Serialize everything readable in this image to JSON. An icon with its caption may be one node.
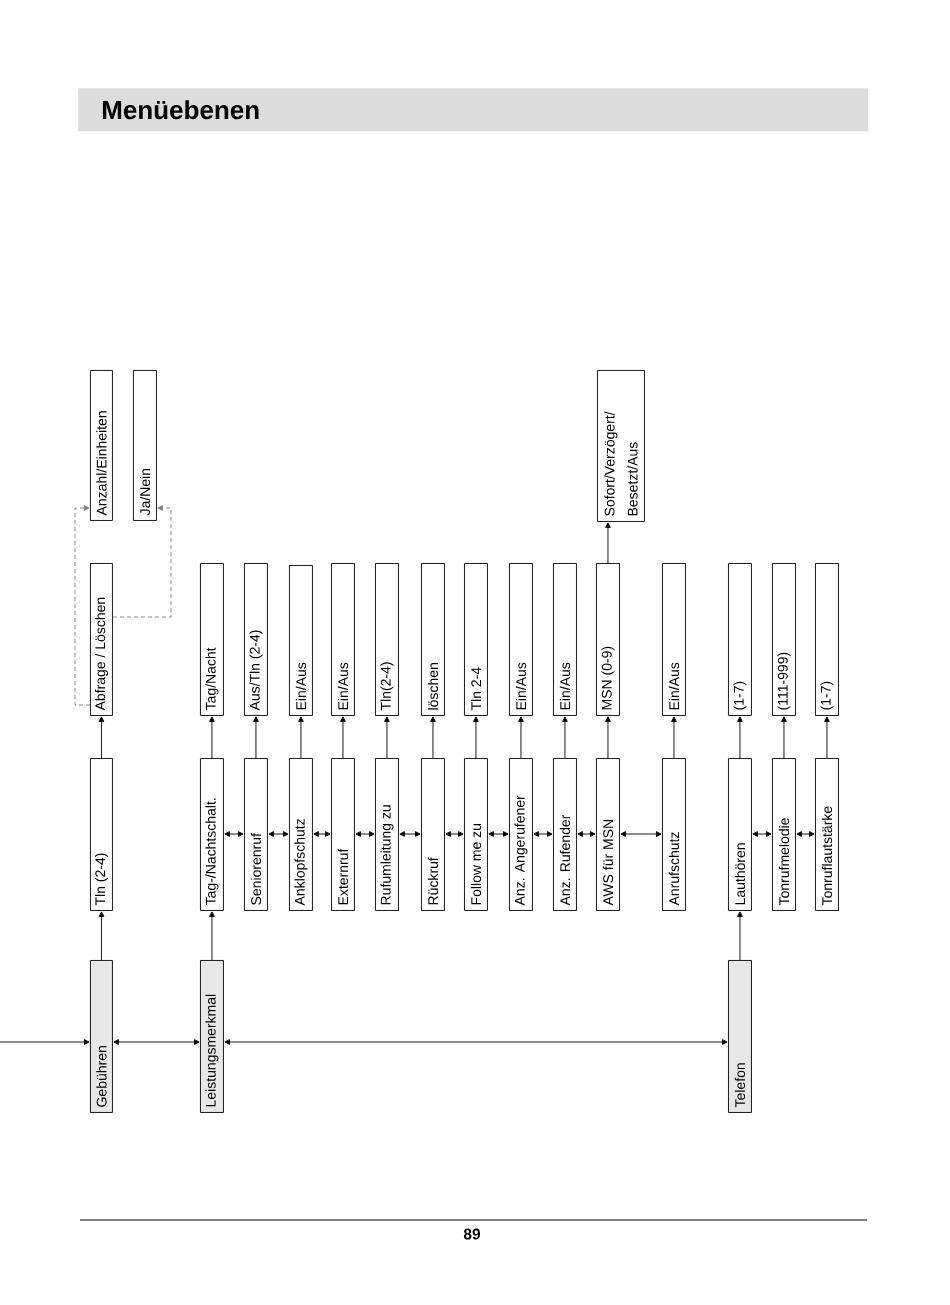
{
  "diagram": {
    "title": "Menüebenen",
    "nodes": [
      {
        "text": [
          "Gebühren"
        ]
      },
      {
        "text": [
          "Tln (2-4)"
        ]
      },
      {
        "text": [
          "Abfrage / Löschen"
        ]
      },
      {
        "text": [
          "Anzahl/Einheiten"
        ]
      },
      {
        "text": [
          "Ja/Nein"
        ]
      },
      {
        "text": [
          "Leistungsmerkmal"
        ]
      },
      {
        "text": [
          "Tag-/Nachtschalt."
        ]
      },
      {
        "text": [
          "Tag/Nacht"
        ]
      },
      {
        "text": [
          "Seniorenruf"
        ]
      },
      {
        "text": [
          "Aus/Tln (2-4)"
        ]
      },
      {
        "text": [
          "Anklopfschutz"
        ]
      },
      {
        "text": [
          "Ein/Aus"
        ]
      },
      {
        "text": [
          "Externruf"
        ]
      },
      {
        "text": [
          "Ein/Aus"
        ]
      },
      {
        "text": [
          "Rufumleitung zu"
        ]
      },
      {
        "text": [
          "Tln(2-4)"
        ]
      },
      {
        "text": [
          "Rückruf"
        ]
      },
      {
        "text": [
          "löschen"
        ]
      },
      {
        "text": [
          "Follow me zu"
        ]
      },
      {
        "text": [
          "Tln 2-4"
        ]
      },
      {
        "text": [
          "Anz. Angerufener"
        ]
      },
      {
        "text": [
          "Ein/Aus"
        ]
      },
      {
        "text": [
          "Anz. Rufender"
        ]
      },
      {
        "text": [
          "Ein/Aus"
        ]
      },
      {
        "text": [
          "AWS für MSN"
        ]
      },
      {
        "text": [
          "MSN (0-9)"
        ]
      },
      {
        "text": [
          "Sofort/Verzögert/ Besetzt/Aus"
        ]
      },
      {
        "text": [
          "Anrufschutz"
        ]
      },
      {
        "text": [
          "Ein/Aus"
        ]
      },
      {
        "text": [
          "Telefon"
        ]
      },
      {
        "text": [
          "Lauthören"
        ]
      },
      {
        "text": [
          "(1-7)"
        ]
      },
      {
        "text": [
          "Tonrufmelodie"
        ]
      },
      {
        "text": [
          "(111-999)"
        ]
      },
      {
        "text": [
          "Tonruflautstärke"
        ]
      },
      {
        "text": [
          "(1-7)"
        ]
      }
    ],
    "edges": [
      {
        "from": null,
        "to": 0,
        "arrow": "to"
      },
      {
        "from": 0,
        "to": 5,
        "arrow": "both"
      },
      {
        "from": 5,
        "to": 29,
        "arrow": "both"
      },
      {
        "from": 0,
        "to": 1,
        "arrow": "to"
      },
      {
        "from": 1,
        "to": 2,
        "arrow": "to"
      },
      {
        "from": 2,
        "to": 3,
        "arrow": "to",
        "style": "dashed",
        "color": "#808080"
      },
      {
        "from": 2,
        "to": 4,
        "arrow": "to",
        "style": "dashed",
        "color": "#808080"
      },
      {
        "from": 5,
        "to": 6,
        "arrow": "to"
      },
      {
        "from": 6,
        "to": 7,
        "arrow": "to"
      },
      {
        "from": 8,
        "to": 9,
        "arrow": "to"
      },
      {
        "from": 10,
        "to": 11,
        "arrow": "to"
      },
      {
        "from": 12,
        "to": 13,
        "arrow": "to"
      },
      {
        "from": 14,
        "to": 15,
        "arrow": "to"
      },
      {
        "from": 16,
        "to": 17,
        "arrow": "to"
      },
      {
        "from": 18,
        "to": 19,
        "arrow": "to"
      },
      {
        "from": 20,
        "to": 21,
        "arrow": "to"
      },
      {
        "from": 22,
        "to": 23,
        "arrow": "to"
      },
      {
        "from": 24,
        "to": 25,
        "arrow": "to"
      },
      {
        "from": 25,
        "to": 26,
        "arrow": "to"
      },
      {
        "from": 27,
        "to": 28,
        "arrow": "to"
      },
      {
        "from": 29,
        "to": 30,
        "arrow": "to"
      },
      {
        "from": 30,
        "to": 31,
        "arrow": "to"
      },
      {
        "from": 32,
        "to": 33,
        "arrow": "to"
      },
      {
        "from": 34,
        "to": 35,
        "arrow": "to"
      },
      {
        "from": 6,
        "to": 8,
        "arrow": "both"
      },
      {
        "from": 8,
        "to": 10,
        "arrow": "both"
      },
      {
        "from": 10,
        "to": 12,
        "arrow": "both"
      },
      {
        "from": 12,
        "to": 14,
        "arrow": "both"
      },
      {
        "from": 14,
        "to": 16,
        "arrow": "both"
      },
      {
        "from": 16,
        "to": 18,
        "arrow": "both"
      },
      {
        "from": 18,
        "to": 20,
        "arrow": "both"
      },
      {
        "from": 20,
        "to": 22,
        "arrow": "both"
      },
      {
        "from": 22,
        "to": 24,
        "arrow": "both"
      },
      {
        "from": 24,
        "to": 27,
        "arrow": "both"
      },
      {
        "from": 30,
        "to": 32,
        "arrow": "both"
      },
      {
        "from": 32,
        "to": 34,
        "arrow": "both"
      }
    ],
    "labels": [
      "89"
    ]
  }
}
